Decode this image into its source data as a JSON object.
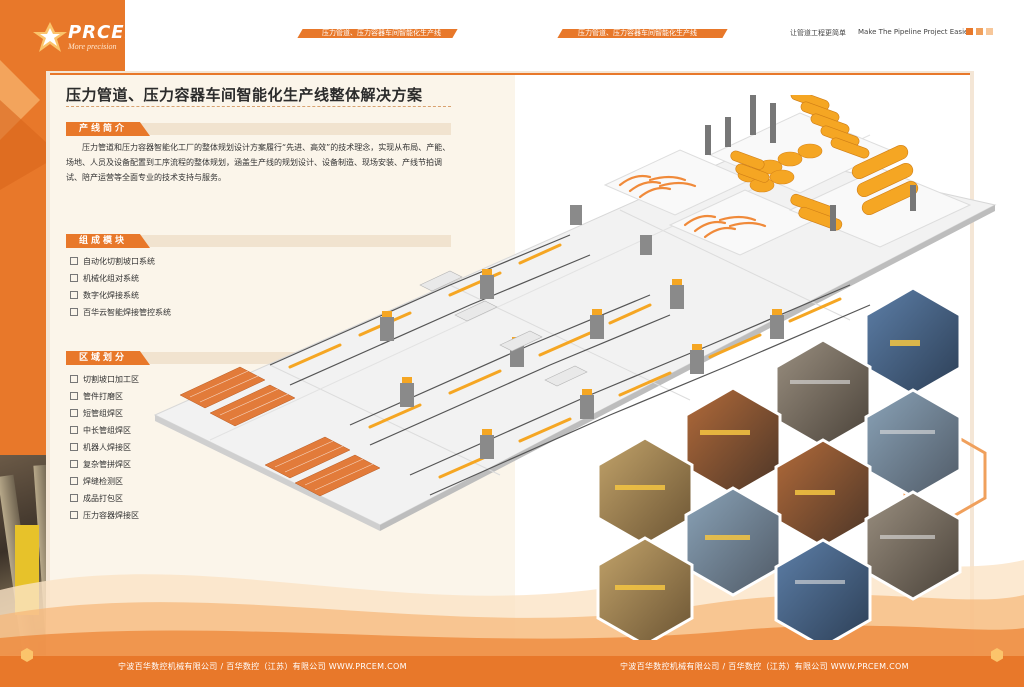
{
  "brand": {
    "logo_text": "PRCEM",
    "logo_tagline": "More precision",
    "trademark": "®"
  },
  "header": {
    "strip_text_left": "压力管道、压力容器车间智能化生产线",
    "strip_text_right": "压力管道、压力容器车间智能化生产线",
    "slogan_cn": "让管道工程更简单",
    "slogan_en": "Make The Pipeline Project Easier"
  },
  "main": {
    "title": "压力管道、压力容器车间智能化生产线整体解决方案",
    "sections": [
      {
        "label": "产线简介",
        "body": "压力管道和压力容器智能化工厂的整体规划设计方案履行“先进、高效”的技术理念，实现从布局、产能、场地、人员及设备配置到工序流程的整体规划，涵盖生产线的规划设计、设备制造、现场安装、产线节拍调试、陪产运营等全面专业的技术支持与服务。"
      },
      {
        "label": "组成模块",
        "items": [
          "自动化切割坡口系统",
          "机械化组对系统",
          "数字化焊接系统",
          "百华云智能焊接管控系统"
        ]
      },
      {
        "label": "区域划分",
        "items": [
          "切割坡口加工区",
          "管件打磨区",
          "短管组焊区",
          "中长管组焊区",
          "机器人焊接区",
          "复杂管拼焊区",
          "焊缝检测区",
          "成品打包区",
          "压力容器焊接区"
        ]
      }
    ]
  },
  "footer": {
    "left": "宁波百华数控机械有限公司 / 百华数控（江苏）有限公司   WWW.PRCEM.COM",
    "right": "宁波百华数控机械有限公司 / 百华数控（江苏）有限公司   WWW.PRCEM.COM"
  },
  "colors": {
    "accent": "#e8782a",
    "pipe": "#f5a623",
    "text": "#333333"
  }
}
